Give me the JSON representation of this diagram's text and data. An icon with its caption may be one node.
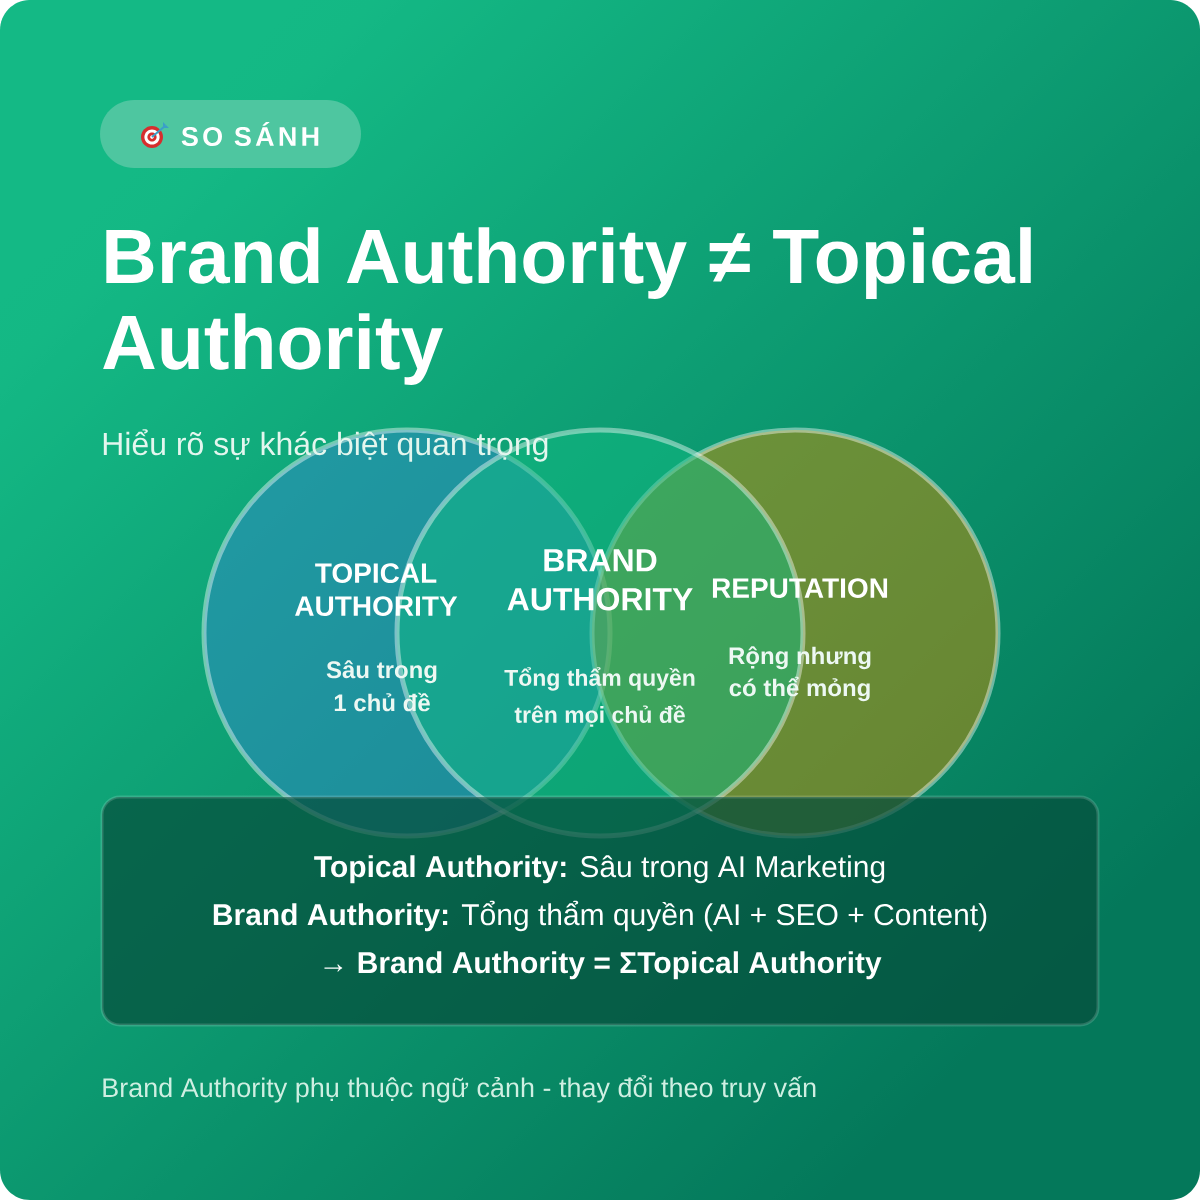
{
  "diagram": {
    "title": "Brand Authority ≠ Topical Authority",
    "nodes": [
      {
        "text": [
          "SO SÁNH"
        ]
      },
      {
        "text": [
          "TOPICAL AUTHORITY",
          "Sâu trong 1 chủ đề"
        ]
      },
      {
        "text": [
          "BRAND AUTHORITY",
          "Tổng thẩm quyền trên mọi chủ đề"
        ]
      },
      {
        "text": [
          "REPUTATION",
          "Rộng nhưng có thể mỏng"
        ]
      },
      {
        "text": [
          "**Topical Authority:** Sâu trong AI Marketing",
          "**Brand Authority:** Tổng thẩm quyền (AI + SEO + Content)",
          "→ Brand Authority = ΣTopical Authority"
        ]
      }
    ],
    "labels": [
      "Hiểu rõ sự khác biệt quan trọng",
      "Brand Authority phụ thuộc ngữ cảnh - thay đổi theo truy vấn"
    ]
  }
}
